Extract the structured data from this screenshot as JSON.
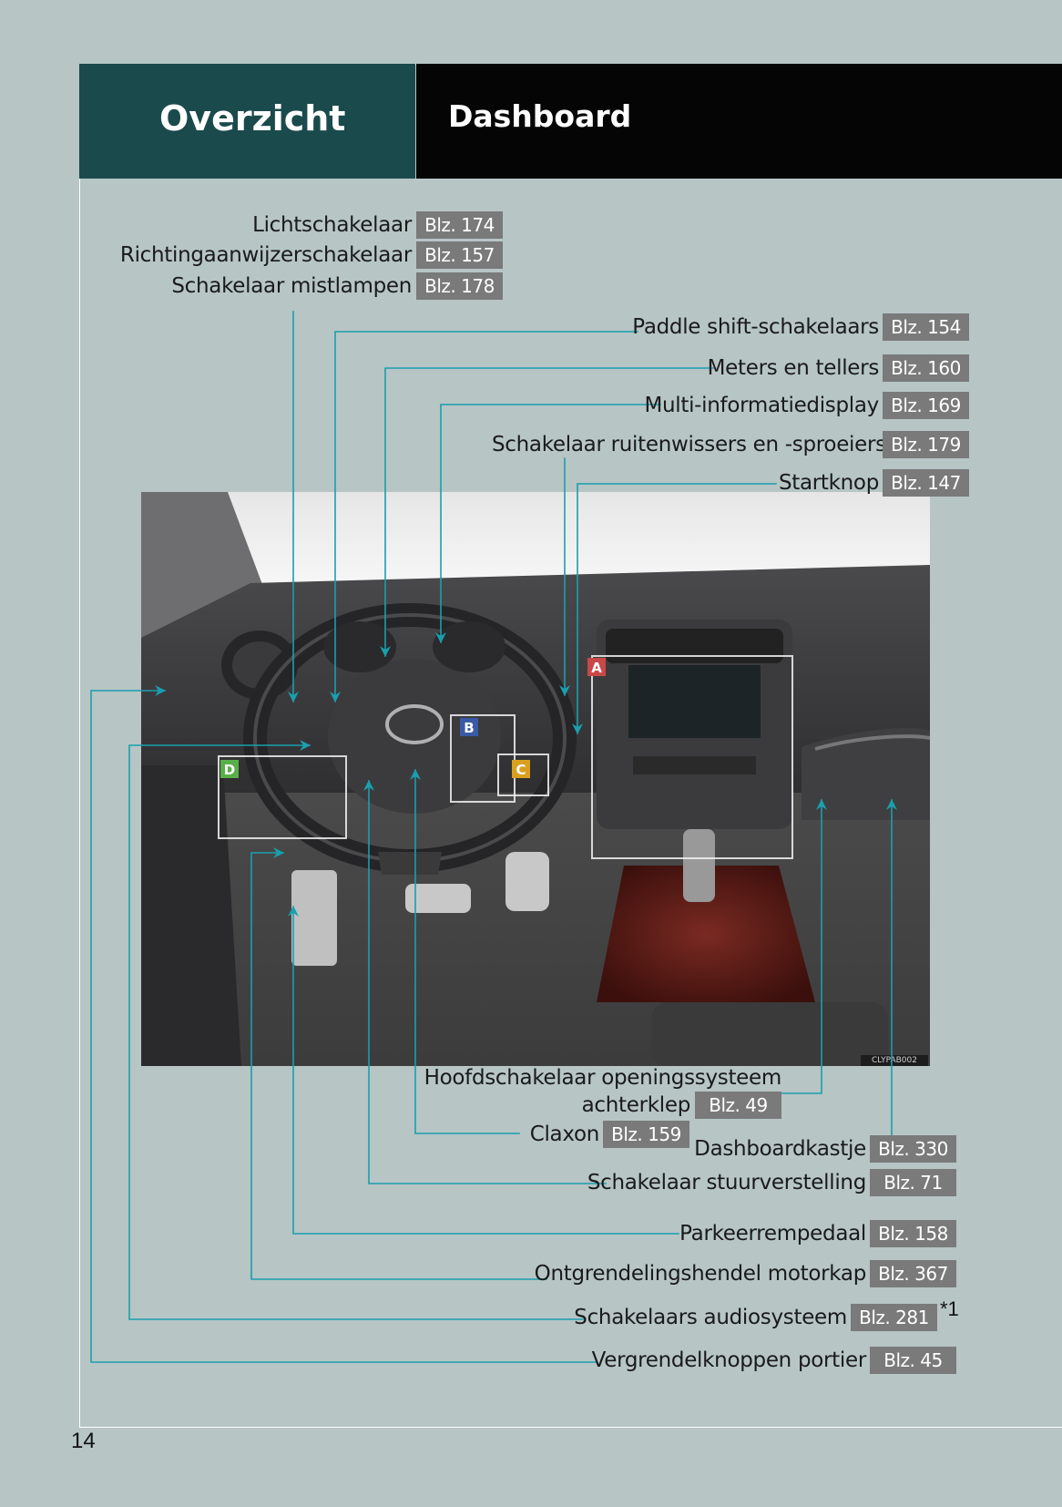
{
  "header": {
    "section": "Overzicht",
    "page_title": "Dashboard"
  },
  "callouts": [
    {
      "id": "lichtschakelaar",
      "label": "Lichtschakelaar",
      "ref": "Blz. 174"
    },
    {
      "id": "richtingaanwijzer",
      "label": "Richtingaanwijzerschakelaar",
      "ref": "Blz. 157"
    },
    {
      "id": "mistlampen",
      "label": "Schakelaar mistlampen",
      "ref": "Blz. 178"
    },
    {
      "id": "paddle",
      "label": "Paddle shift-schakelaars",
      "ref": "Blz. 154"
    },
    {
      "id": "meters",
      "label": "Meters en tellers",
      "ref": "Blz. 160"
    },
    {
      "id": "multi",
      "label": "Multi-informatiedisplay",
      "ref": "Blz. 169"
    },
    {
      "id": "ruitenwissers",
      "label": "Schakelaar ruitenwissers en -sproeiers",
      "ref": "Blz. 179"
    },
    {
      "id": "startknop",
      "label": "Startknop",
      "ref": "Blz. 147"
    },
    {
      "id": "achterklep",
      "label": "Hoofdschakelaar openingssysteem",
      "label2": "achterklep",
      "ref": "Blz. 49"
    },
    {
      "id": "claxon",
      "label": "Claxon",
      "ref": "Blz. 159"
    },
    {
      "id": "dashboardkastje",
      "label": "Dashboardkastje",
      "ref": "Blz. 330"
    },
    {
      "id": "stuurverstelling",
      "label": "Schakelaar stuurverstelling",
      "ref": "Blz. 71"
    },
    {
      "id": "parkeerrem",
      "label": "Parkeerrempedaal",
      "ref": "Blz. 158"
    },
    {
      "id": "motorkap",
      "label": "Ontgrendelingshendel motorkap",
      "ref": "Blz. 367"
    },
    {
      "id": "audio",
      "label": "Schakelaars audiosysteem",
      "ref": "Blz. 281"
    },
    {
      "id": "portier",
      "label": "Vergrendelknoppen portier",
      "ref": "Blz. 45"
    }
  ],
  "footnote": "*1",
  "photo": {
    "markers": {
      "a": "A",
      "b": "B",
      "c": "C",
      "d": "D"
    },
    "watermark": "CLYPAB002"
  },
  "page_number": "14",
  "colors": {
    "page_bg": "#b7c5c5",
    "header_section_bg": "#1b4a4c",
    "header_title_bg": "#050505",
    "ref_badge_bg": "#7a7a7a",
    "leader_line": "#1a9fae"
  }
}
